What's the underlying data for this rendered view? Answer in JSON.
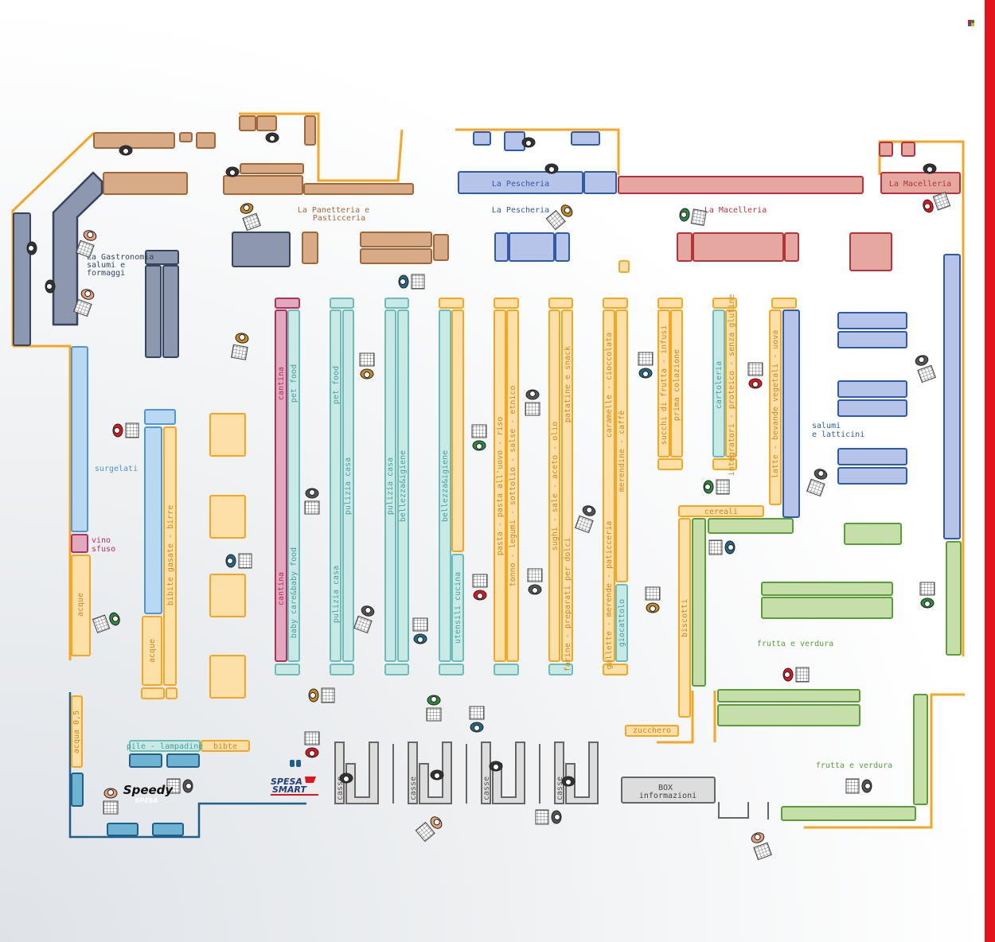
{
  "colors": {
    "orange": "#f5a623",
    "orange_fill": "#fddfa8",
    "brown": "#a0683a",
    "brown_fill": "#d8ab86",
    "slate": "#36455f",
    "slate_fill": "#8d97ad",
    "blue": "#2f5aa8",
    "blue_fill": "#b7c4ea",
    "red": "#b8323c",
    "red_fill": "#e4a8a0",
    "teal": "#6cbcb8",
    "teal_fill": "#c9e9e6",
    "green": "#5a9e3a",
    "green_fill": "#c6dea8",
    "wine": "#b03060",
    "wine_fill": "#e2a8bd",
    "lightblue": "#4f95d8",
    "lightblue_fill": "#b9d8f2",
    "exit": "#1f5f8a",
    "exit_fill": "#6fb3d2",
    "gray": "#666666",
    "gray_fill": "#dddddd"
  },
  "departments": {
    "gastronomia": [
      "La Gastronomia",
      "salumi e",
      "formaggi"
    ],
    "panetteria": [
      "La Panetteria e",
      "Pasticceria"
    ],
    "pescheria_counter": "La Pescheria",
    "pescheria": "La Pescheria",
    "macelleria_counter": "La Macelleria",
    "macelleria": "La Macelleria",
    "surgelati": "surgelati",
    "vino": [
      "vino",
      "sfuso"
    ],
    "salumi": [
      "salumi",
      "e latticini"
    ],
    "frutta1": "frutta e verdura",
    "frutta2": "frutta e verdura",
    "box": [
      "BOX",
      "informazioni"
    ]
  },
  "aisles": {
    "acque_left": "acque",
    "acque_mid": "acque",
    "bibite": "bibite gasate - birre",
    "cantina_top": "cantina",
    "cantina_bottom": "cantina",
    "pet_food_1": "pet food",
    "baby": "baby care&baby food",
    "pet_food_2": "pet food",
    "pulizia_1": "pulizia casa",
    "pulizia_2": "pulizia casa",
    "pulizia_3": "pulizia casa",
    "bellezza_1": "bellezza&igiene",
    "bellezza_2": "bellezza&igiene",
    "utensili": "utensili cucina",
    "pasta": "pasta - pasta all'uovo - riso",
    "tonno": "tonno - legumi - sottolio - salse - etnico",
    "sughi": "sughi - sale - aceto - olio",
    "patatine": "patatine e snack",
    "farine": "farine - preparati per dolci",
    "caramelle": "caramelle - cioccolata",
    "merendine": "merendine - caffè",
    "gallette": "gallette - merende - paticceria",
    "giocattolo": "giocattolo",
    "succhi": "succhi di frutta - infusi",
    "colazione": "prima colazione",
    "cartoleria": "cartoleria",
    "integratori": "integratori - proteico - senza glutine",
    "latte": "latte - bevande vegetali - uova",
    "cereali": "cereali",
    "biscotti": "biscotti",
    "zucchero": "zucchero",
    "acqua_05": "acqua 0,5",
    "pile": "pile - lampadine",
    "bibite_small": "bibte"
  },
  "checkouts": [
    "casse",
    "casse",
    "casse",
    "casse"
  ],
  "brands": {
    "speedy_1": "Speedy",
    "speedy_2": "SPESA",
    "smart_1": "SPESA",
    "smart_2": "SMART"
  }
}
